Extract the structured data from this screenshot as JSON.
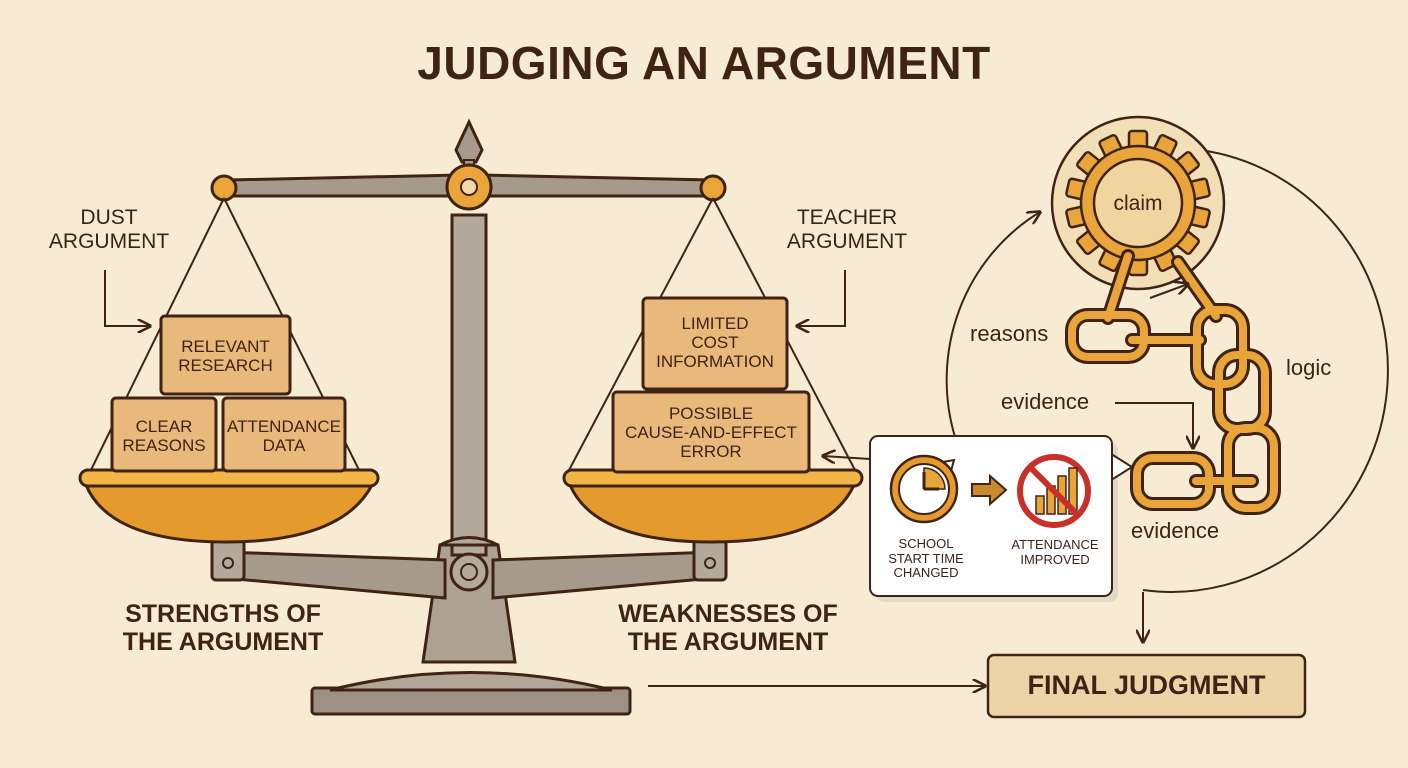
{
  "title": "JUDGING AN ARGUMENT",
  "scale": {
    "left_label": "DUST\nARGUMENT",
    "right_label": "TEACHER\nARGUMENT",
    "left_boxes": [
      "RELEVANT\nRESEARCH",
      "CLEAR\nREASONS",
      "ATTENDANCE\nDATA"
    ],
    "right_boxes": [
      "LIMITED\nCOST\nINFORMATION",
      "POSSIBLE\nCAUSE-AND-EFFECT\nERROR"
    ],
    "strengths_label": "STRENGTHS OF\nTHE ARGUMENT",
    "weaknesses_label": "WEAKNESSES OF\nTHE ARGUMENT"
  },
  "chain": {
    "claim": "claim",
    "reasons": "reasons",
    "evidence_1": "evidence",
    "evidence_2": "evidence",
    "logic": "logic"
  },
  "example": {
    "cause": "SCHOOL\nSTART TIME\nCHANGED",
    "effect": "ATTENDANCE\nIMPROVED"
  },
  "final_judgment": "FINAL JUDGMENT",
  "colors": {
    "background": "#f7ecd3",
    "accent_orange": "#e9a53a",
    "box_fill": "#e8b97a",
    "dark_brown": "#3f2416",
    "stand_gray": "#a59a8b",
    "no_symbol_red": "#c8302a"
  }
}
